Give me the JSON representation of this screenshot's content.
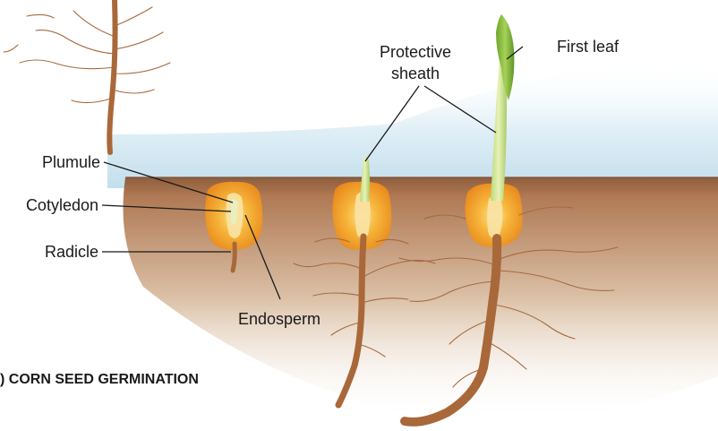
{
  "caption": ") CORN SEED GERMINATION",
  "labels": {
    "plumule": "Plumule",
    "cotyledon": "Cotyledon",
    "radicle": "Radicle",
    "endosperm": "Endosperm",
    "protective_sheath_line1": "Protective",
    "protective_sheath_line2": "sheath",
    "first_leaf": "First leaf"
  },
  "colors": {
    "sky_blue": "#cfe6f1",
    "soil_brown": "#b9865f",
    "kernel_orange": "#f3a127",
    "kernel_yellow": "#f7d45c",
    "leaf_green": "#8fc342",
    "root_tan": "#e9c9a4"
  }
}
